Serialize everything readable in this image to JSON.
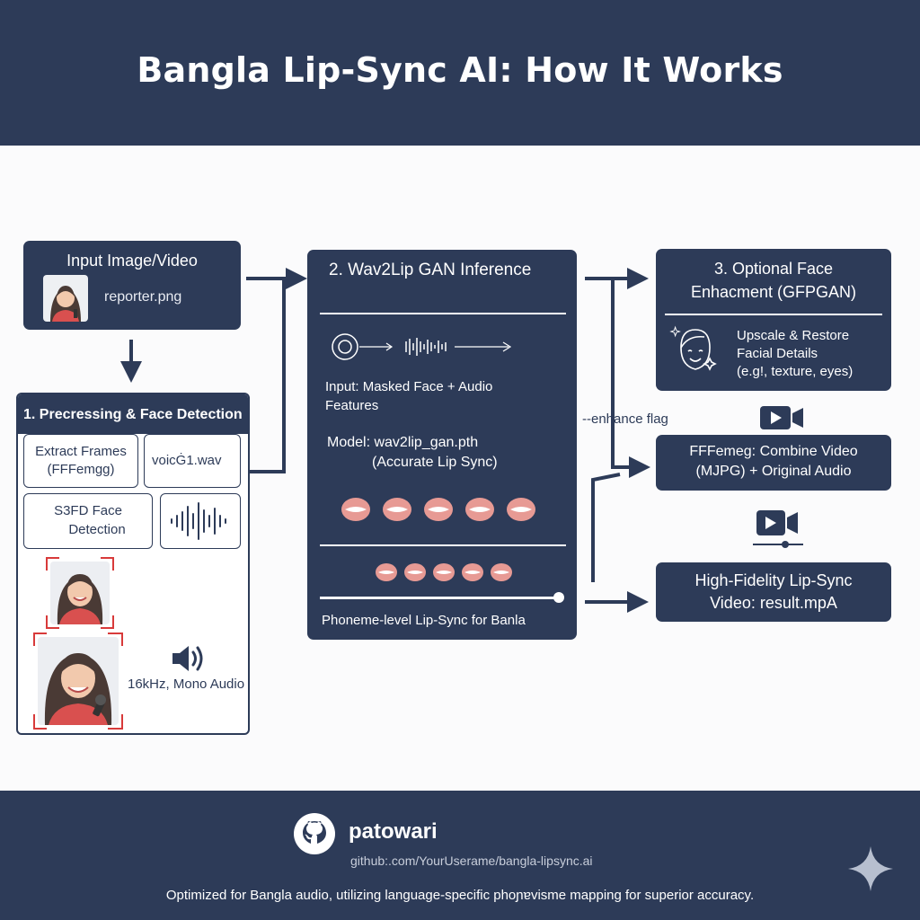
{
  "header": {
    "title": "Bangla Lip-Sync AI: How It Works"
  },
  "input_box": {
    "title": "Input Image/Video",
    "file": "reporter.png"
  },
  "preprocess": {
    "title": "1. Precressing & Face Detection",
    "extract_line1": "Extract Frames",
    "extract_line2": "(FFFemgg)",
    "voice_file": "voicĠ1.wav",
    "s3fd_line1": "S3FD Face",
    "s3fd_line2": "Detection",
    "audio_spec": "16kHz, Mono Audio"
  },
  "inference": {
    "title": "2. Wav2Lip GAN Inference",
    "input_line1": "Input: Masked Face + Audio",
    "input_line2": "Features",
    "model_line1": "Model: wav2lip_gan.pth",
    "model_line2": "(Accurate Lip Sync)",
    "caption": "Phoneme-level Lip-Sync for Banla"
  },
  "enhance": {
    "title_line1": "3. Optional Face",
    "title_line2": "Enhacment (GFPGAN)",
    "desc_line1": "Upscale & Restore",
    "desc_line2": "Facial Details",
    "desc_line3": "(e.g!, texture, eyes)",
    "flag": "--enhance flag"
  },
  "combine": {
    "line1": "FFFemeg: Combine Video",
    "line2": "(MJPG) + Original Audio"
  },
  "result": {
    "line1": "High-Fidelity Lip-Sync",
    "line2": "Video: result.mpA"
  },
  "footer": {
    "author": "patowari",
    "repo": "github:.com/YourUserame/bangla-lipsync.ai",
    "tagline": "Optimized for Bangla audio, utilizing language-specific phoɲɐvisme mapping for superior accuracy."
  },
  "icons": [
    "arrow-icon",
    "avatar-icon",
    "waveform-icon",
    "lips-icon",
    "speaker-icon",
    "video-camera-icon",
    "face-sparkle-icon",
    "github-icon",
    "sparkle-icon"
  ],
  "colors": {
    "navy": "#2d3b58",
    "background": "#fbfbfc",
    "lip": "#e79a94",
    "highlight": "#d83a3a"
  }
}
